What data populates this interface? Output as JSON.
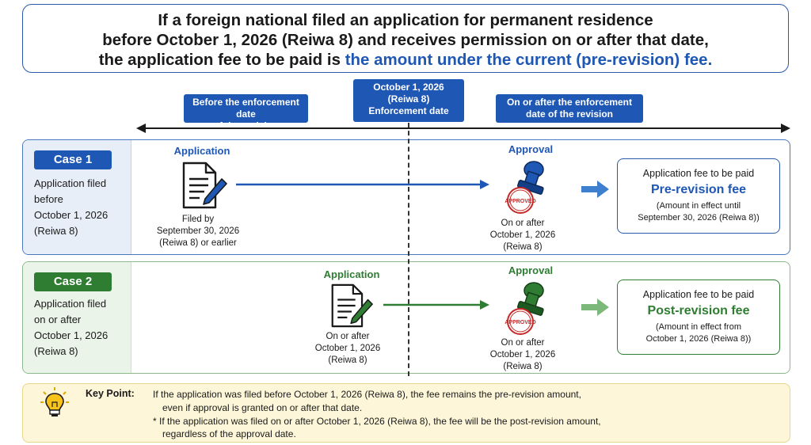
{
  "header": {
    "line1": "If a foreign national filed an application for permanent residence",
    "line2": "before October 1, 2026 (Reiwa 8) and receives permission on or after that date,",
    "line3_prefix": "the application fee to be paid is ",
    "line3_highlight": "the amount under the current (pre-revision) fee."
  },
  "timeline": {
    "before_line1": "Before the enforcement date",
    "before_line2": "of the revision",
    "center_line1": "October 1, 2026",
    "center_line2": "(Reiwa 8)",
    "center_line3": "Enforcement date",
    "after_line1": "On or after the enforcement",
    "after_line2": "date of the revision"
  },
  "case1": {
    "badge": "Case 1",
    "desc_line1": "Application filed",
    "desc_line2": "before",
    "desc_line3": "October 1, 2026",
    "desc_line4": "(Reiwa 8)",
    "application_title": "Application",
    "application_note1": "Filed by",
    "application_note2": "September 30, 2026",
    "application_note3": "(Reiwa 8) or earlier",
    "approval_title": "Approval",
    "approval_note1": "On or after",
    "approval_note2": "October 1, 2026",
    "approval_note3": "(Reiwa 8)",
    "stamp_text": "APPROVED",
    "fee_label": "Application fee to be paid",
    "fee_name": "Pre-revision fee",
    "fee_sub1": "(Amount in effect until",
    "fee_sub2": "September 30, 2026 (Reiwa 8))"
  },
  "case2": {
    "badge": "Case 2",
    "desc_line1": "Application filed",
    "desc_line2": "on or after",
    "desc_line3": "October 1, 2026",
    "desc_line4": "(Reiwa 8)",
    "application_title": "Application",
    "application_note1": "On or after",
    "application_note2": "October 1, 2026",
    "application_note3": "(Reiwa 8)",
    "approval_title": "Approval",
    "approval_note1": "On or after",
    "approval_note2": "October 1, 2026",
    "approval_note3": "(Reiwa 8)",
    "stamp_text": "APPROVED",
    "fee_label": "Application fee to be paid",
    "fee_name": "Post-revision fee",
    "fee_sub1": "(Amount in effect from",
    "fee_sub2": "October 1, 2026 (Reiwa 8))"
  },
  "keypoint": {
    "label": "Key Point:",
    "line1": "If the application was filed before October 1, 2026 (Reiwa 8), the fee remains the pre-revision amount,",
    "line2": "even if approval is granted on or after that date.",
    "line3": "* If the application was filed on or after October 1, 2026 (Reiwa 8), the fee will be the post-revision amount,",
    "line4": "regardless of the approval date."
  },
  "colors": {
    "blue": "#1f57b4",
    "green": "#2e7d32",
    "stamp_red": "#c62828"
  },
  "icons": {
    "document": "document-pen-icon",
    "stamp": "approval-stamp-icon",
    "lightbulb": "lightbulb-icon"
  }
}
